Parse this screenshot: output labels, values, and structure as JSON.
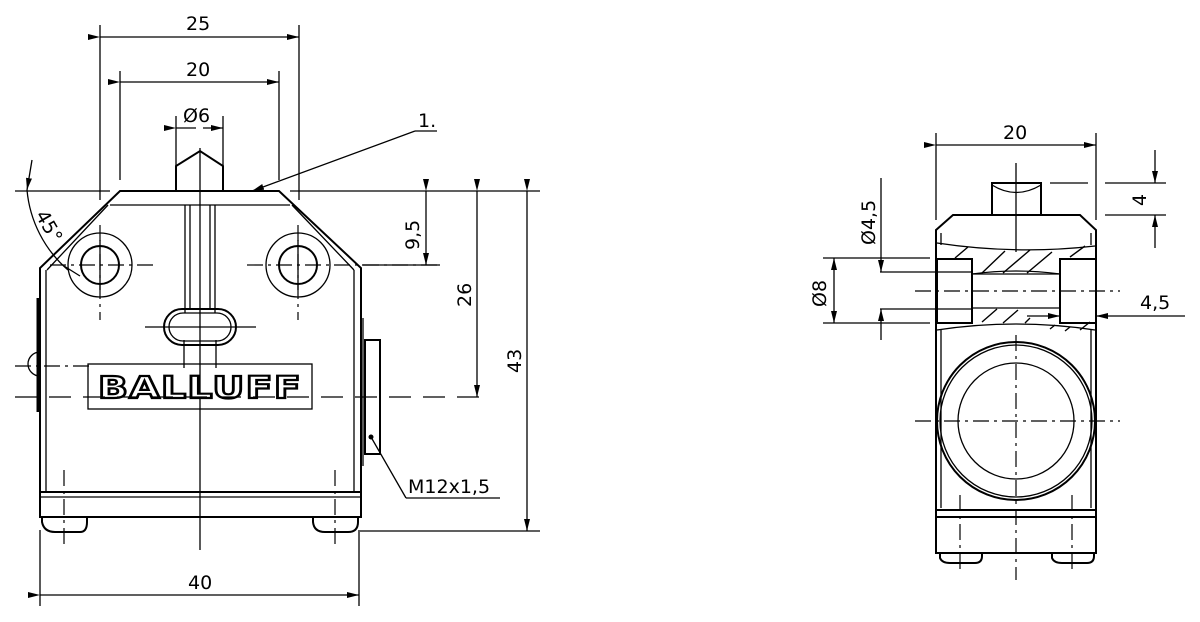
{
  "drawing": {
    "type": "technical-dimension-drawing",
    "units": "mm",
    "brand_logo": "BALLUFF",
    "front_view": {
      "dimensions": {
        "overall_top_width": "25",
        "inner_width": "20",
        "plunger_diameter": "Ø6",
        "callout": "1.",
        "chamfer_angle": "45°",
        "hole_offset": "9,5",
        "thread_height": "26",
        "overall_height": "43",
        "thread_label": "M12x1,5",
        "overall_width": "40"
      }
    },
    "side_view": {
      "dimensions": {
        "width": "20",
        "plunger_height": "4",
        "hole_diameter": "Ø4,5",
        "counterbore_diameter": "Ø8",
        "counterbore_depth": "4,5"
      }
    }
  }
}
